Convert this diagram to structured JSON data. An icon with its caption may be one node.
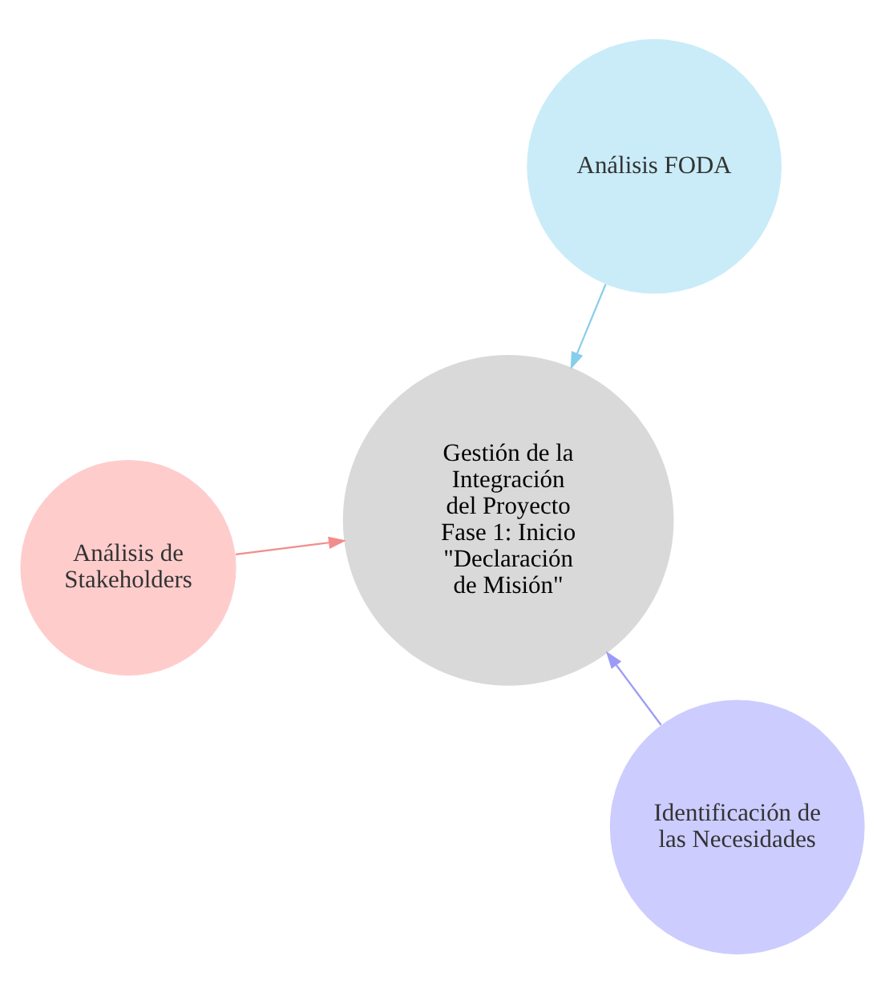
{
  "diagram": {
    "nodes": [
      {
        "text": [
          "Análisis de Stakeholders"
        ]
      },
      {
        "text": [
          "Gestión de la Integración del Proyecto Fase 1: Inicio \"Declaración de Misión\""
        ]
      },
      {
        "text": [
          "Identificación de las Necesidades"
        ]
      },
      {
        "text": [
          "Análisis FODA"
        ]
      }
    ],
    "edges": [
      {
        "from": 0,
        "to": 1,
        "arrow": "to",
        "color": "#f28c8c"
      },
      {
        "from": 2,
        "to": 1,
        "arrow": "to",
        "color": "#9b9bf7"
      },
      {
        "from": 3,
        "to": 1,
        "arrow": "to",
        "color": "#87ceeb"
      }
    ]
  }
}
